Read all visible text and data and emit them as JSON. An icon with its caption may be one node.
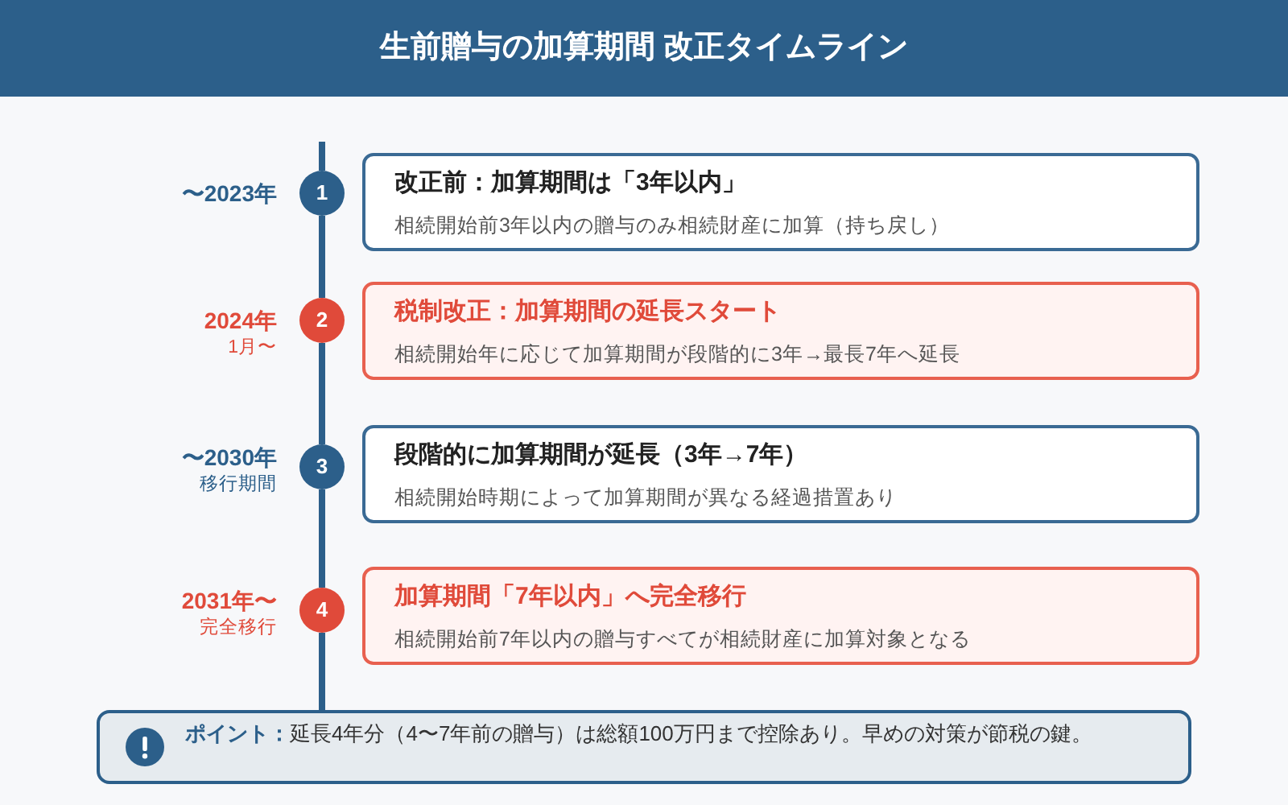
{
  "diagram": {
    "title": "生前贈与の加算期間 改正タイムライン",
    "nodes": [
      {
        "text": [
          "1"
        ],
        "beside": [
          "〜2023年"
        ]
      },
      {
        "text": [
          "改正前：加算期間は「3年以内」",
          "相続開始前3年以内の贈与のみ相続財産に加算（持ち戻し）"
        ]
      },
      {
        "text": [
          "2"
        ],
        "beside": [
          "2024年",
          "1月〜"
        ]
      },
      {
        "text": [
          "税制改正：加算期間の延長スタート",
          "相続開始年に応じて加算期間が段階的に3年→最長7年へ延長"
        ]
      },
      {
        "text": [
          "3"
        ],
        "beside": [
          "〜2030年",
          "移行期間"
        ]
      },
      {
        "text": [
          "段階的に加算期間が延長（3年→7年）",
          "相続開始時期によって加算期間が異なる経過措置あり"
        ]
      },
      {
        "text": [
          "4"
        ],
        "beside": [
          "2031年〜",
          "完全移行"
        ]
      },
      {
        "text": [
          "加算期間「7年以内」へ完全移行",
          "相続開始前7年以内の贈与すべてが相続財産に加算対象となる"
        ]
      },
      {
        "text": [
          "**ポイント：**延長4年分（4〜7年前の贈与）は総額100万円まで控除あり。早めの対策が節税の鍵。"
        ]
      }
    ],
    "edges": [
      {
        "from": null,
        "to": 0,
        "arrow": "none"
      },
      {
        "from": 0,
        "to": 2,
        "arrow": "none"
      },
      {
        "from": 2,
        "to": 4,
        "arrow": "none"
      },
      {
        "from": 4,
        "to": 6,
        "arrow": "none"
      },
      {
        "from": 6,
        "to": 8,
        "arrow": "none"
      }
    ]
  }
}
